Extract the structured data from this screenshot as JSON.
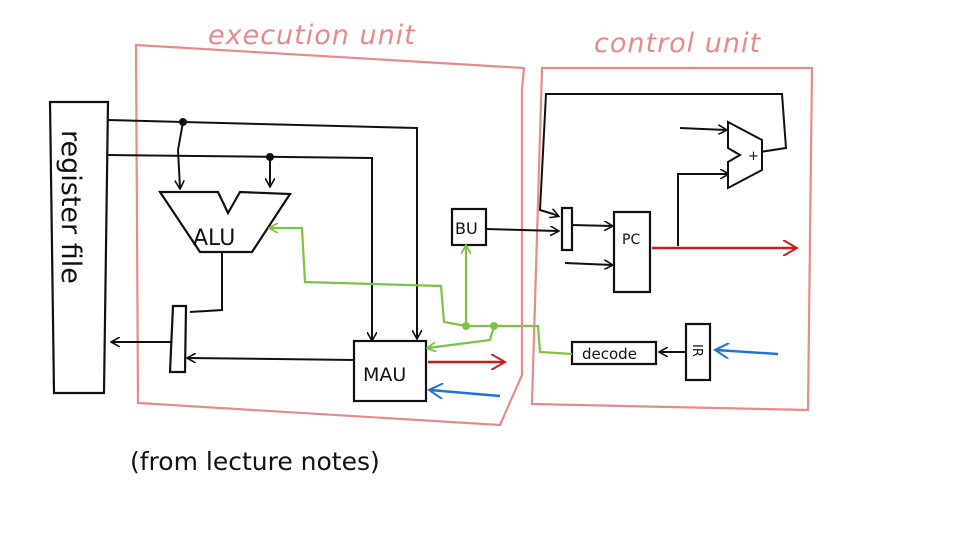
{
  "sections": {
    "execution_unit": "execution unit",
    "control_unit": "control unit"
  },
  "components": {
    "register_file": "register file",
    "alu": "ALU",
    "mau": "MAU",
    "bu": "BU",
    "pc": "PC",
    "decode": "decode",
    "ir": "IR",
    "adder": "+"
  },
  "caption": "(from lecture notes)",
  "colors": {
    "box_outline": "#e88a8a",
    "wire": "#111111",
    "green": "#7cc443",
    "red": "#c81e1e",
    "blue": "#1e73d8"
  }
}
